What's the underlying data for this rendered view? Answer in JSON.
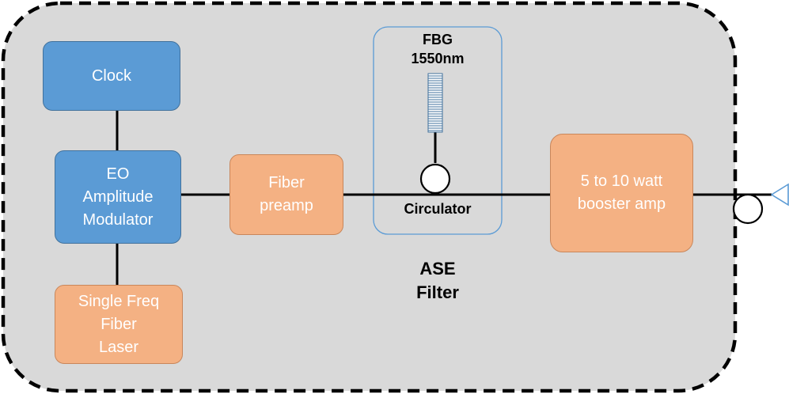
{
  "colors": {
    "background_panel": "#d9d9d9",
    "panel_border": "#000000",
    "blue_box": "#5b9bd5",
    "orange_box": "#f4b183",
    "filter_outline": "#5b9bd5",
    "output_triangle": "#5b9bd5"
  },
  "blocks": {
    "clock": "Clock",
    "modulator": "EO\nAmplitude\nModulator",
    "laser": "Single Freq\nFiber\nLaser",
    "preamp": "Fiber\npreamp",
    "booster": "5 to 10 watt\nbooster amp"
  },
  "filter": {
    "fbg_label": "FBG\n1550nm",
    "circulator_label": "Circulator",
    "group_label": "ASE\nFilter"
  },
  "icons": {
    "fbg": "fiber-bragg-grating-icon",
    "circulator": "circulator-icon",
    "output_coil": "fiber-coil-icon",
    "output_end": "output-triangle-icon"
  }
}
